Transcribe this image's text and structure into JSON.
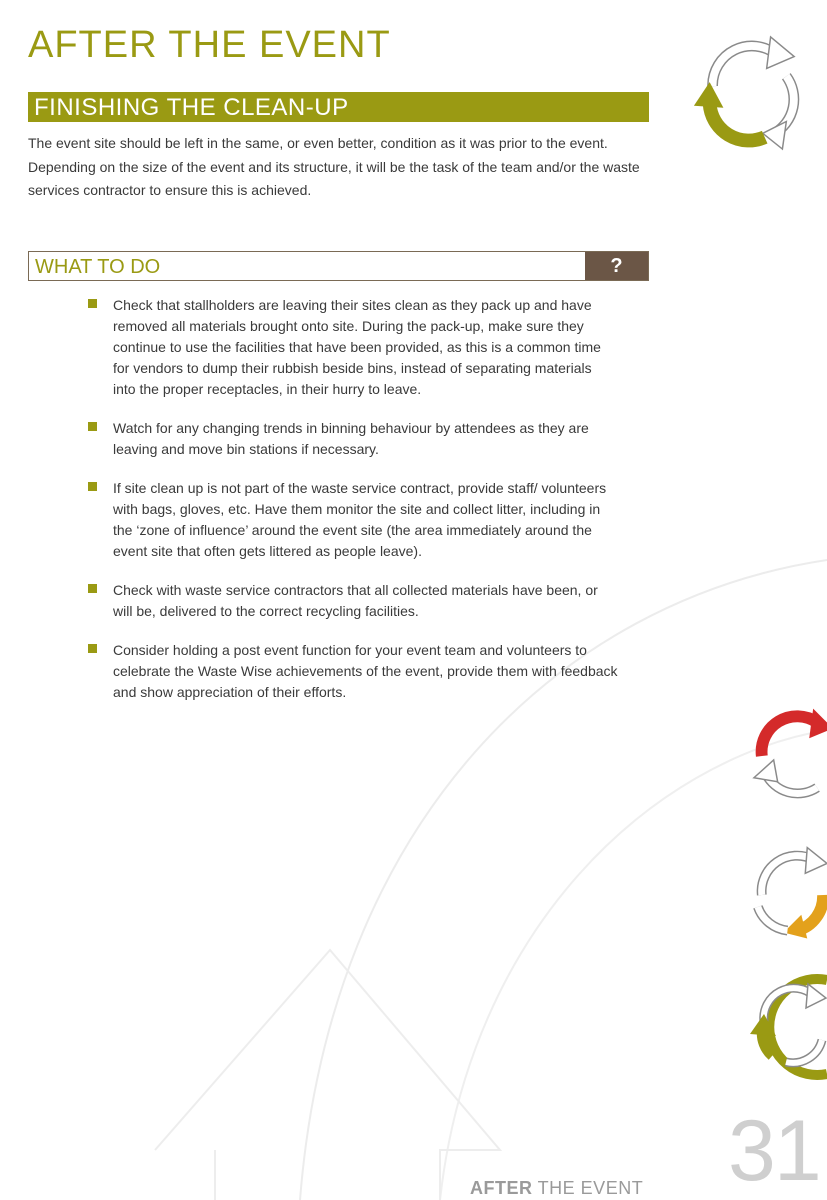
{
  "page": {
    "title": "AFTER THE EVENT",
    "section_heading": "FINISHING THE CLEAN-UP",
    "intro_paragraph": "The event site should be left in the same, or even better, condition as it was prior to the event. Depending on the size of the event and its structure, it will be the task of the team and/or the waste services contractor to ensure this is achieved.",
    "todo_heading": "WHAT TO DO",
    "todo_badge": "?"
  },
  "bullets": [
    "Check that stallholders are leaving their sites clean as they pack up and have removed all materials brought onto site. During the pack-up, make sure they continue to use the facilities that have been provided, as this is a common time for vendors to dump their rubbish beside bins, instead of separating materials into the proper receptacles, in their hurry to leave.",
    "Watch for any changing trends in binning behaviour by attendees as they are leaving and move bin stations if necessary.",
    "If site clean up is not part of the waste service contract, provide staff/ volunteers with bags, gloves, etc. Have them monitor the site and collect litter, including in the ‘zone of influence’ around the event site (the area immediately around the event site that often gets littered as people leave).",
    "Check with waste service contractors that all collected materials have been, or will be, delivered to the correct recycling facilities.",
    "Consider holding a post event function for your event team and volunteers to celebrate the Waste Wise achievements of the event, provide them with feedback and show appreciation of their efforts."
  ],
  "footer": {
    "label_bold": "AFTER",
    "label_rest": " THE EVENT",
    "page_number": "31"
  },
  "colors": {
    "olive": "#9a9a13",
    "brown": "#6b5646",
    "red": "#d42a2a",
    "orange": "#e3a11c"
  },
  "icons": [
    "recycle-cycle-icon-olive",
    "recycle-cycle-icon-red",
    "recycle-cycle-icon-orange",
    "recycle-cycle-icon-olive-ring"
  ]
}
